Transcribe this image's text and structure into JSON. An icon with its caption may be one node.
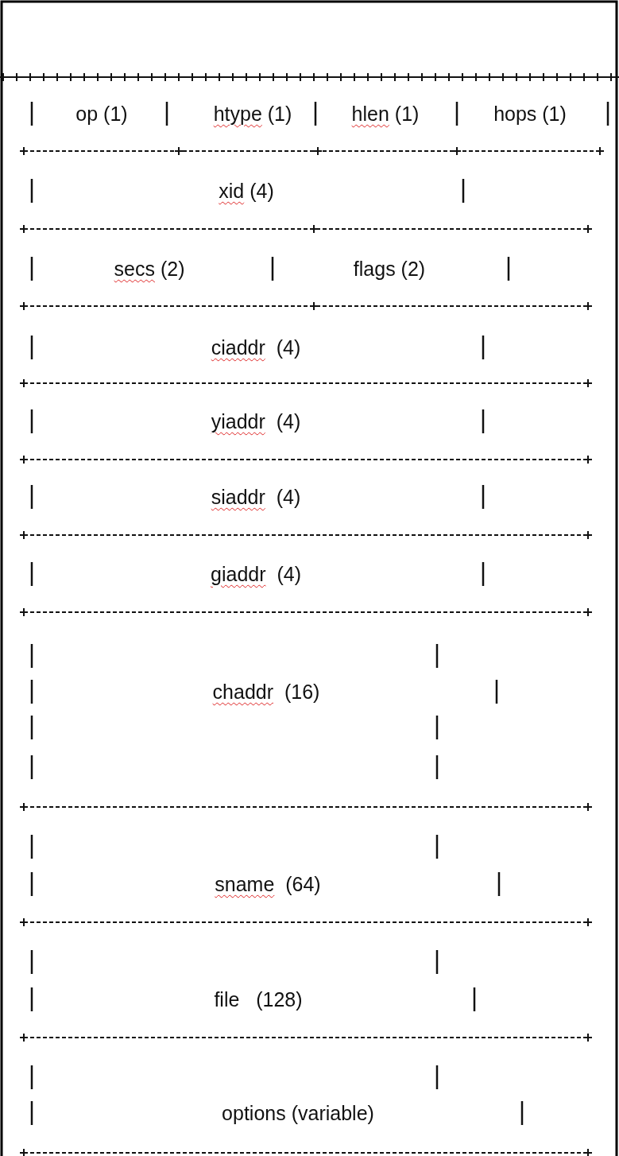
{
  "diagram": {
    "nodes": [
      {
        "text": [
          "op (1)"
        ]
      },
      {
        "text": [
          "htype (1)"
        ]
      },
      {
        "text": [
          "hlen (1)"
        ]
      },
      {
        "text": [
          "hops (1)"
        ]
      },
      {
        "text": [
          "xid (4)"
        ]
      },
      {
        "text": [
          "secs (2)"
        ]
      },
      {
        "text": [
          "flags (2)"
        ]
      },
      {
        "text": [
          "ciaddr  (4)"
        ]
      },
      {
        "text": [
          "yiaddr  (4)"
        ]
      },
      {
        "text": [
          "siaddr  (4)"
        ]
      },
      {
        "text": [
          "giaddr  (4)"
        ]
      },
      {
        "text": [
          "chaddr  (16)"
        ]
      },
      {
        "text": [
          "sname  (64)"
        ]
      },
      {
        "text": [
          "file   (128)"
        ]
      },
      {
        "text": [
          "options (variable)"
        ]
      }
    ]
  }
}
